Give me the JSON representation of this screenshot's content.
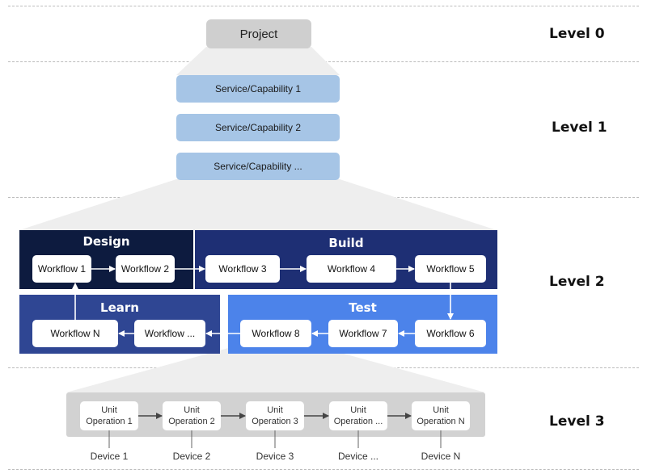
{
  "levels": {
    "level0": "Level 0",
    "level1": "Level 1",
    "level2": "Level 2",
    "level3": "Level 3"
  },
  "project": {
    "label": "Project"
  },
  "services": [
    "Service/Capability 1",
    "Service/Capability 2",
    "Service/Capability ..."
  ],
  "phases": {
    "design": {
      "title": "Design",
      "workflows": [
        "Workflow 1",
        "Workflow 2"
      ]
    },
    "build": {
      "title": "Build",
      "workflows": [
        "Workflow 3",
        "Workflow 4",
        "Workflow 5"
      ]
    },
    "test": {
      "title": "Test",
      "workflows": [
        "Workflow 6",
        "Workflow 7",
        "Workflow 8"
      ]
    },
    "learn": {
      "title": "Learn",
      "workflows": [
        "Workflow ...",
        "Workflow N"
      ]
    }
  },
  "unit_operations": [
    {
      "line1": "Unit",
      "line2": "Operation 1"
    },
    {
      "line1": "Unit",
      "line2": "Operation 2"
    },
    {
      "line1": "Unit",
      "line2": "Operation 3"
    },
    {
      "line1": "Unit",
      "line2": "Operation ..."
    },
    {
      "line1": "Unit",
      "line2": "Operation N"
    }
  ],
  "devices": [
    "Device 1",
    "Device 2",
    "Device 3",
    "Device ...",
    "Device N"
  ],
  "colors": {
    "design_bg": "#0d1b3f",
    "build_bg": "#1e2f74",
    "learn_bg": "#2f4693",
    "test_bg": "#4c83ea",
    "service_bg": "#a6c5e6",
    "project_bg": "#cfcfcf",
    "fan_fill": "#eeeeee",
    "unit_panel_bg": "#d2d2d2"
  }
}
